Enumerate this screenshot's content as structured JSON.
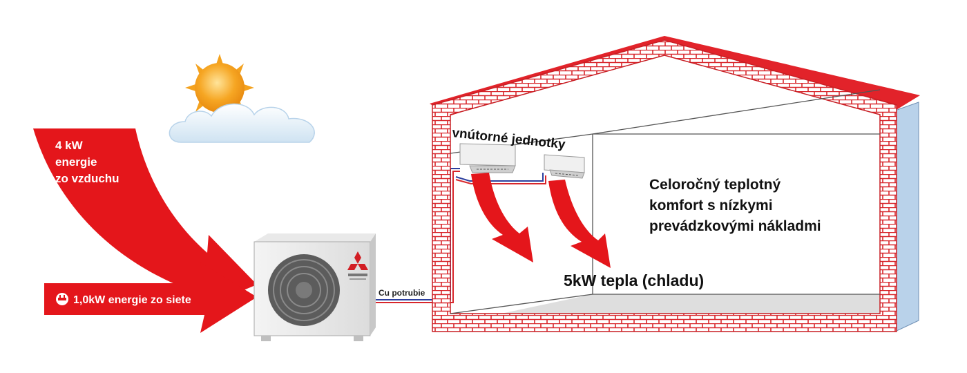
{
  "diagram": {
    "air_energy_label": [
      "4 kW",
      "energie",
      "zo vzduchu"
    ],
    "grid_energy_label": "1,0kW energie zo siete",
    "pipe_label": "Cu potrubie",
    "indoor_units_label": "vnútorné jednotky",
    "output_label": "5kW tepla (chladu)",
    "comfort_text": [
      "Celoročný teplotný",
      "komfort s nízkymi",
      "prevádzkovými nákladmi"
    ]
  },
  "colors": {
    "arrow_red": "#e4161b",
    "brick_red": "#d8262b",
    "sun_orange": "#f6a623",
    "pipe_blue": "#2c3f9e",
    "wall_blue": "#b9d2ea"
  },
  "icons": [
    "sun-icon",
    "cloud-icon",
    "plug-icon",
    "mitsubishi-logo"
  ]
}
